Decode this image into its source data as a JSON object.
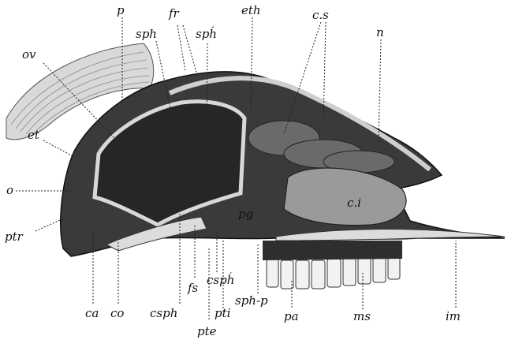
{
  "figure": {
    "subject": "Longitudinal section of a skull with labelled parts",
    "labels": {
      "p": "p",
      "fr": "fr",
      "eth": "eth",
      "cs": "c.s",
      "n": "n",
      "sph": "sph",
      "sph_prime": "sph́",
      "ov": "ov",
      "et": "et",
      "o": "o",
      "ptr": "ptr",
      "ci": "c.i",
      "pg": "pg",
      "ca": "ca",
      "co": "co",
      "csph": "csph",
      "fs": "fs",
      "csph_prime": "csph́",
      "pti": "pti",
      "pte": "pte",
      "sph_p": "sph-p",
      "pa": "pa",
      "ms": "ms",
      "im": "im"
    }
  }
}
